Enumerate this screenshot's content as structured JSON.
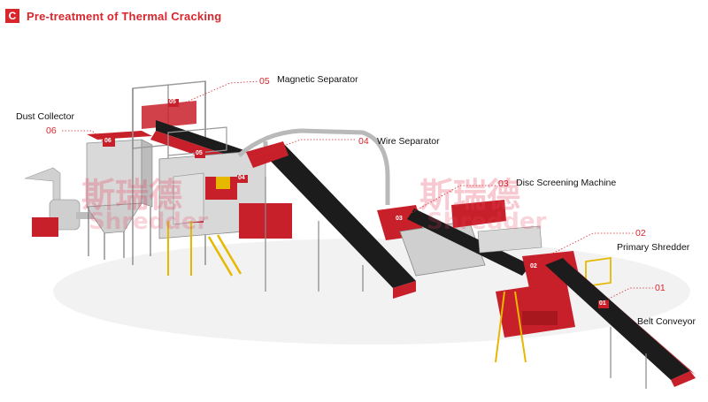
{
  "header": {
    "badge": "C",
    "title": "Pre-treatment of Thermal Cracking"
  },
  "colors": {
    "accent": "#d7262c",
    "machine_red": "#c8202a",
    "belt": "#1c1c1c",
    "steel": "#b9b9b9"
  },
  "callouts": [
    {
      "id": "magnetic",
      "number": "05",
      "label": "Magnetic Separator"
    },
    {
      "id": "wire",
      "number": "04",
      "label": "Wire Separator"
    },
    {
      "id": "dust",
      "number": "06",
      "label": "Dust Collector"
    },
    {
      "id": "disc",
      "number": "03",
      "label": "Disc Screening Machine"
    },
    {
      "id": "shredder",
      "number": "02",
      "label": "Primary Shredder"
    },
    {
      "id": "conveyor",
      "number": "01",
      "label": "Belt Conveyor"
    }
  ],
  "markers": [
    "05",
    "05",
    "06",
    "04",
    "03",
    "02",
    "01"
  ],
  "watermark": {
    "cn": "斯瑞德",
    "en": "Shredder"
  }
}
